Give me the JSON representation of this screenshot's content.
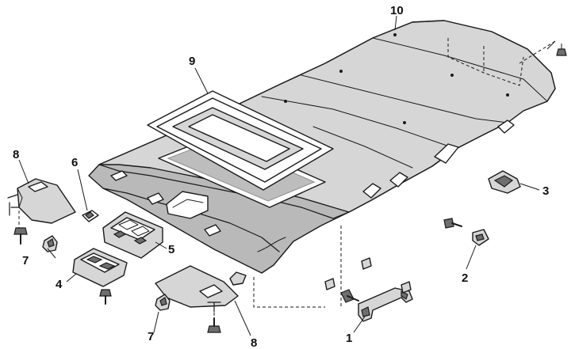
{
  "callouts": [
    {
      "id": "1",
      "label": "1"
    },
    {
      "id": "2",
      "label": "2"
    },
    {
      "id": "3",
      "label": "3"
    },
    {
      "id": "4",
      "label": "4"
    },
    {
      "id": "5",
      "label": "5"
    },
    {
      "id": "6",
      "label": "6"
    },
    {
      "id": "7a",
      "label": "7"
    },
    {
      "id": "7b",
      "label": "7"
    },
    {
      "id": "8a",
      "label": "8"
    },
    {
      "id": "8b",
      "label": "8"
    },
    {
      "id": "9",
      "label": "9"
    },
    {
      "id": "10",
      "label": "10"
    }
  ]
}
